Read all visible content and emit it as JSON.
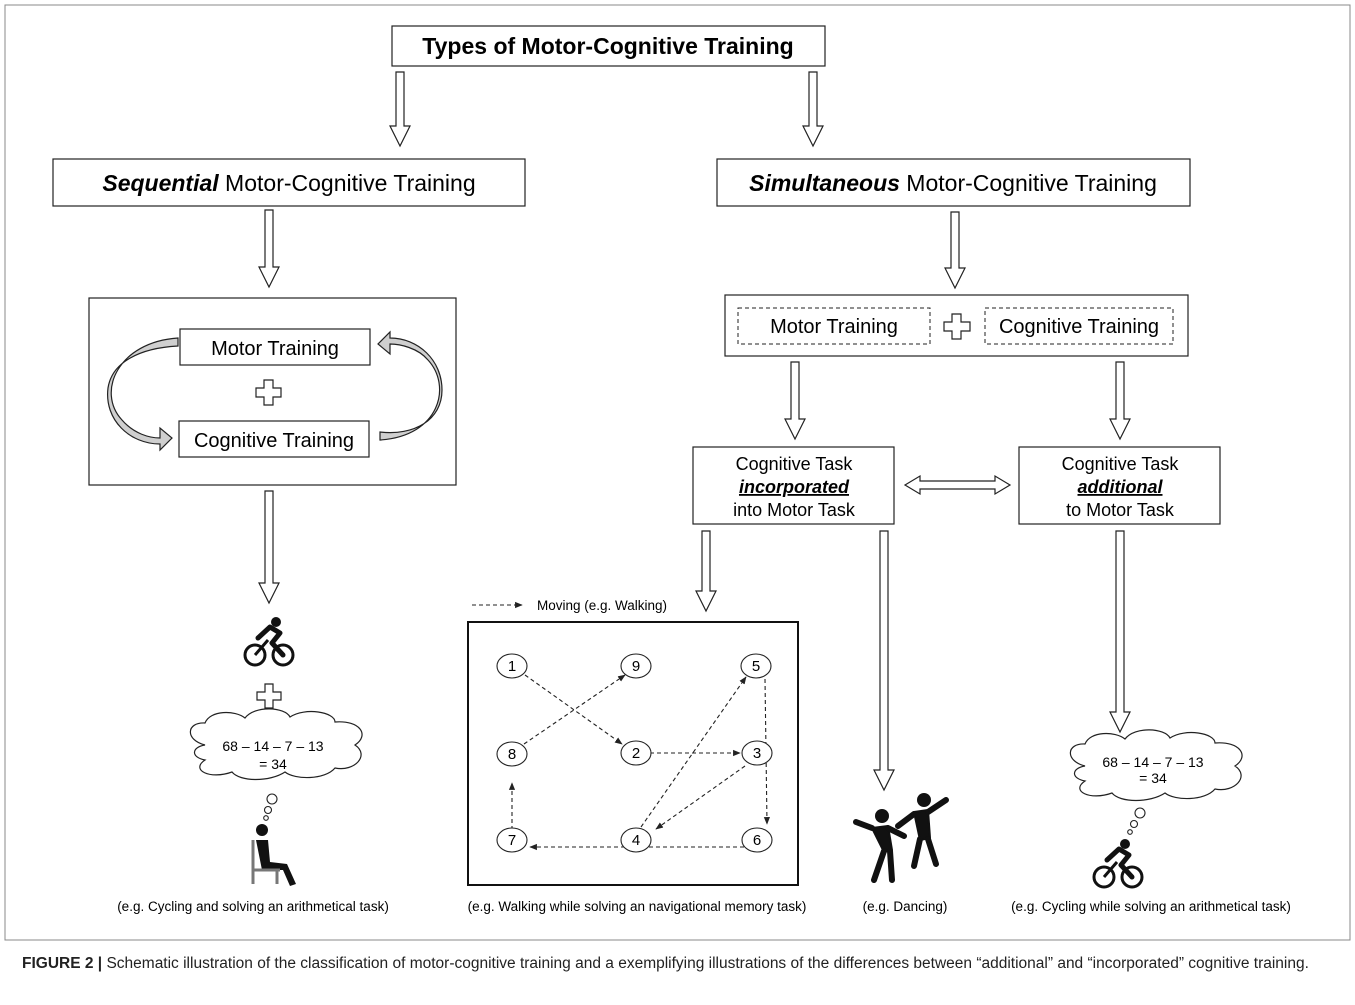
{
  "title": "Types of Motor-Cognitive Training",
  "sequential": {
    "emph": "Sequential",
    "rest": " Motor-Cognitive Training",
    "motor": "Motor Training",
    "cognitive": "Cognitive Training",
    "math_line1": "68 – 14 – 7 – 13",
    "math_line2": "= 34",
    "example": "(e.g. Cycling and solving an arithmetical task)"
  },
  "simultaneous": {
    "emph": "Simultaneous",
    "rest": " Motor-Cognitive Training",
    "motor": "Motor Training",
    "cognitive": "Cognitive Training",
    "incorporated": {
      "line1": "Cognitive Task",
      "emph": "incorporated",
      "line3": "into Motor Task"
    },
    "additional": {
      "line1": "Cognitive Task",
      "emph": "additional",
      "line3": "to Motor Task"
    },
    "legend": "Moving (e.g. Walking)",
    "nodes": [
      "1",
      "9",
      "5",
      "8",
      "2",
      "3",
      "7",
      "4",
      "6"
    ],
    "math_line1": "68 – 14 – 7 – 13",
    "math_line2": "= 34",
    "example_walking": "(e.g. Walking while solving an navigational memory task)",
    "example_dancing": "(e.g. Dancing)",
    "example_cycling": "(e.g. Cycling while solving an arithmetical task)"
  },
  "caption": {
    "label": "FIGURE 2 |",
    "text": " Schematic illustration of the classification of motor-cognitive training and a exemplifying illustrations of the differences between “additional” and “incorporated” cognitive training."
  }
}
